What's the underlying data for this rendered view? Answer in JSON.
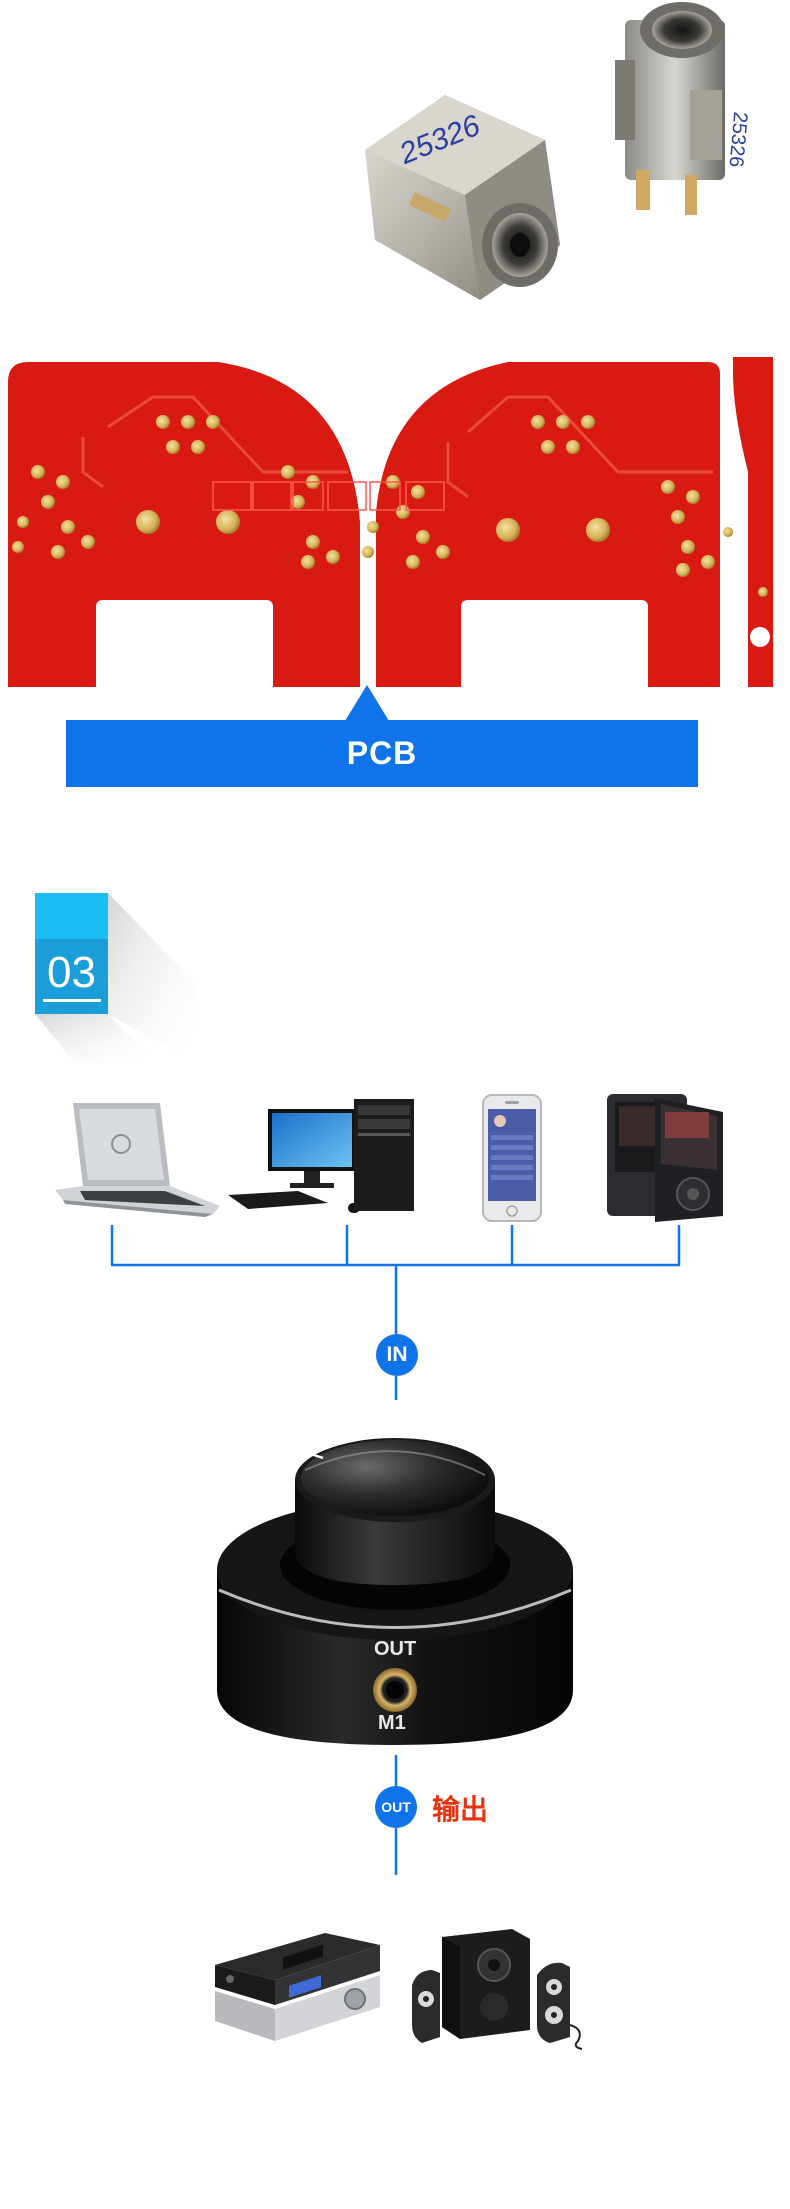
{
  "colors": {
    "accent_blue": "#0f73ea",
    "pcb_red": "#d81a12",
    "badge_cyan": "#19bdf4",
    "output_label_red": "#e8330e"
  },
  "jack_photo": {
    "part_marking": "25326"
  },
  "pcb_section": {
    "label": "PCB"
  },
  "section_badge": {
    "number": "03"
  },
  "connection_diagram": {
    "input_devices": [
      "laptop-icon",
      "desktop-computer-icon",
      "smartphone-icon",
      "music-player-icon"
    ],
    "input_badge": "IN",
    "device": {
      "port_label_top": "OUT",
      "port_label_bottom": "M1"
    },
    "output_badge": "OUT",
    "output_label": "输出",
    "output_devices": [
      "amplifier-icon",
      "speaker-system-icon"
    ]
  }
}
